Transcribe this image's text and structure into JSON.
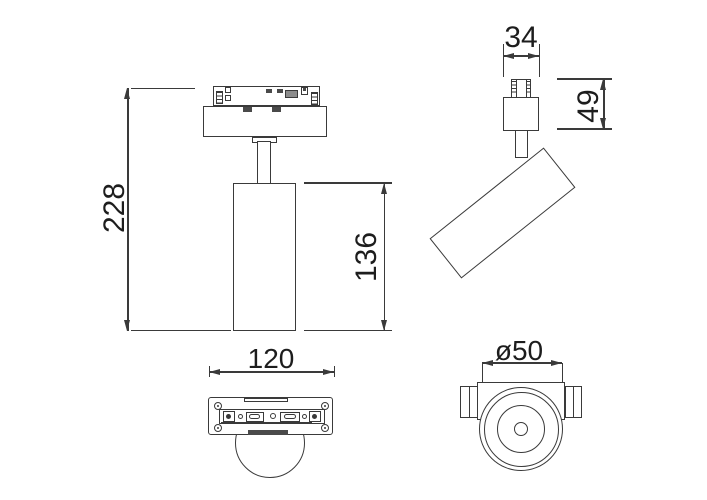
{
  "colors": {
    "line": "#3a3a3a",
    "text": "#1d1d1d",
    "background": "#ffffff",
    "detail_fill": "#4a4a4a"
  },
  "views": {
    "front": {
      "label_total_height": "228",
      "label_body_height": "136"
    },
    "side": {
      "label_adapter_width": "34",
      "label_adapter_height": "49"
    },
    "bottom": {
      "label_base_length": "120"
    },
    "face": {
      "label_head_diameter": "ø50"
    }
  }
}
